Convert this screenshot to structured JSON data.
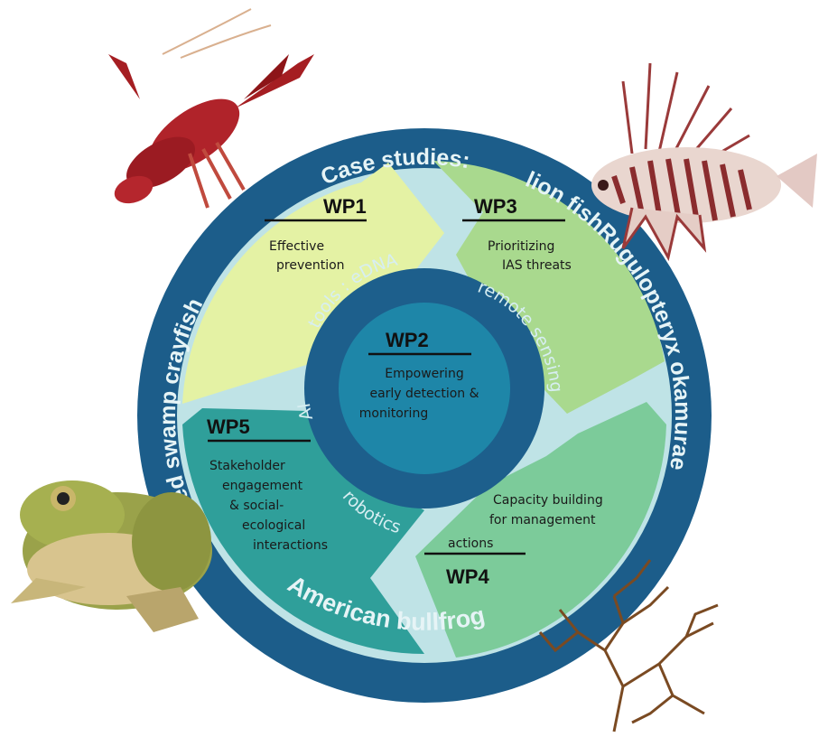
{
  "case_studies": {
    "heading": "Case studies:",
    "lion_fish": "lion fish",
    "rugulopteryx": "Rugulopteryx okamurae",
    "bullfrog": "American bullfrog",
    "crayfish": "red swamp crayfish"
  },
  "tools": {
    "edna": "tools : eDNA",
    "remote_sensing": "remote sensing",
    "robotics": "robotics",
    "ai": "AI"
  },
  "wp1": {
    "title": "WP1",
    "line1": "Effective",
    "line2": "prevention"
  },
  "wp2": {
    "title": "WP2",
    "line1": "Empowering",
    "line2": "early detection &",
    "line3": "monitoring"
  },
  "wp3": {
    "title": "WP3",
    "line1": "Prioritizing",
    "line2": "IAS threats"
  },
  "wp4": {
    "title": "WP4",
    "line1": "Capacity building",
    "line2": "for management",
    "line3": "actions"
  },
  "wp5": {
    "title": "WP5",
    "line1": "Stakeholder",
    "line2": "engagement",
    "line3": "& social-",
    "line4": "ecological",
    "line5": "interactions"
  },
  "colors": {
    "outer_ring": "#1c5d8a",
    "inner_pale": "#bfe3e6",
    "wp1": "#e4f2a4",
    "wp3": "#a9d98e",
    "wp4": "#7ccb9a",
    "wp5": "#2f9f9a",
    "center_ring": "#1d5f8c",
    "center_disc": "#1e86a8"
  }
}
